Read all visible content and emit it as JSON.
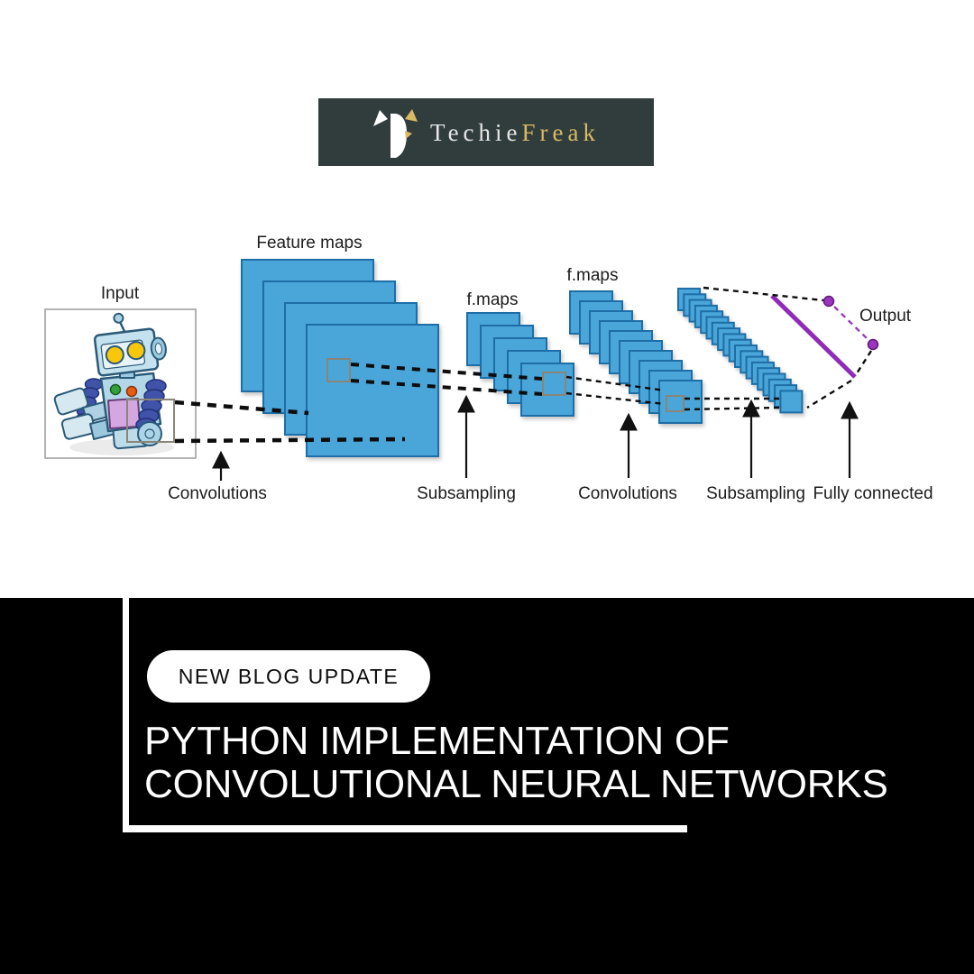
{
  "brand": {
    "wordmark_primary": "Techie",
    "wordmark_secondary": "Freak",
    "colors": {
      "banner_bg": "#313d3d",
      "gold": "#d9b963",
      "silver": "#e6e6e6"
    }
  },
  "diagram": {
    "title_labels": {
      "input": "Input",
      "feature_maps": "Feature maps",
      "fmaps_2": "f.maps",
      "fmaps_3": "f.maps",
      "output": "Output"
    },
    "stage_labels": [
      "Convolutions",
      "Subsampling",
      "Convolutions",
      "Subsampling",
      "Fully connected"
    ],
    "colors": {
      "map_fill": "#4aa5d9",
      "map_stroke": "#1d6ea6",
      "fc_purple": "#8f2bb8"
    }
  },
  "announcement": {
    "badge_label": "NEW BLOG UPDATE",
    "title_line1": "PYTHON IMPLEMENTATION OF",
    "title_line2": "CONVOLUTIONAL NEURAL NETWORKS"
  }
}
